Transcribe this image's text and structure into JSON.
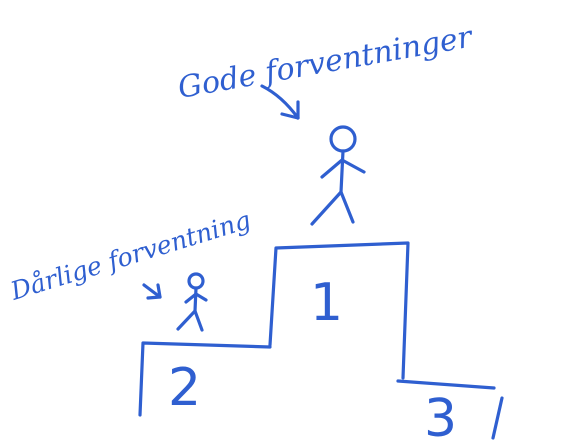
{
  "labels": {
    "good": "Gode forventninger",
    "bad": "Dårlige forventning"
  },
  "podium": {
    "first": "1",
    "second": "2",
    "third": "3"
  },
  "colors": {
    "ink": "#2f5fd0",
    "background": "#ffffff"
  }
}
